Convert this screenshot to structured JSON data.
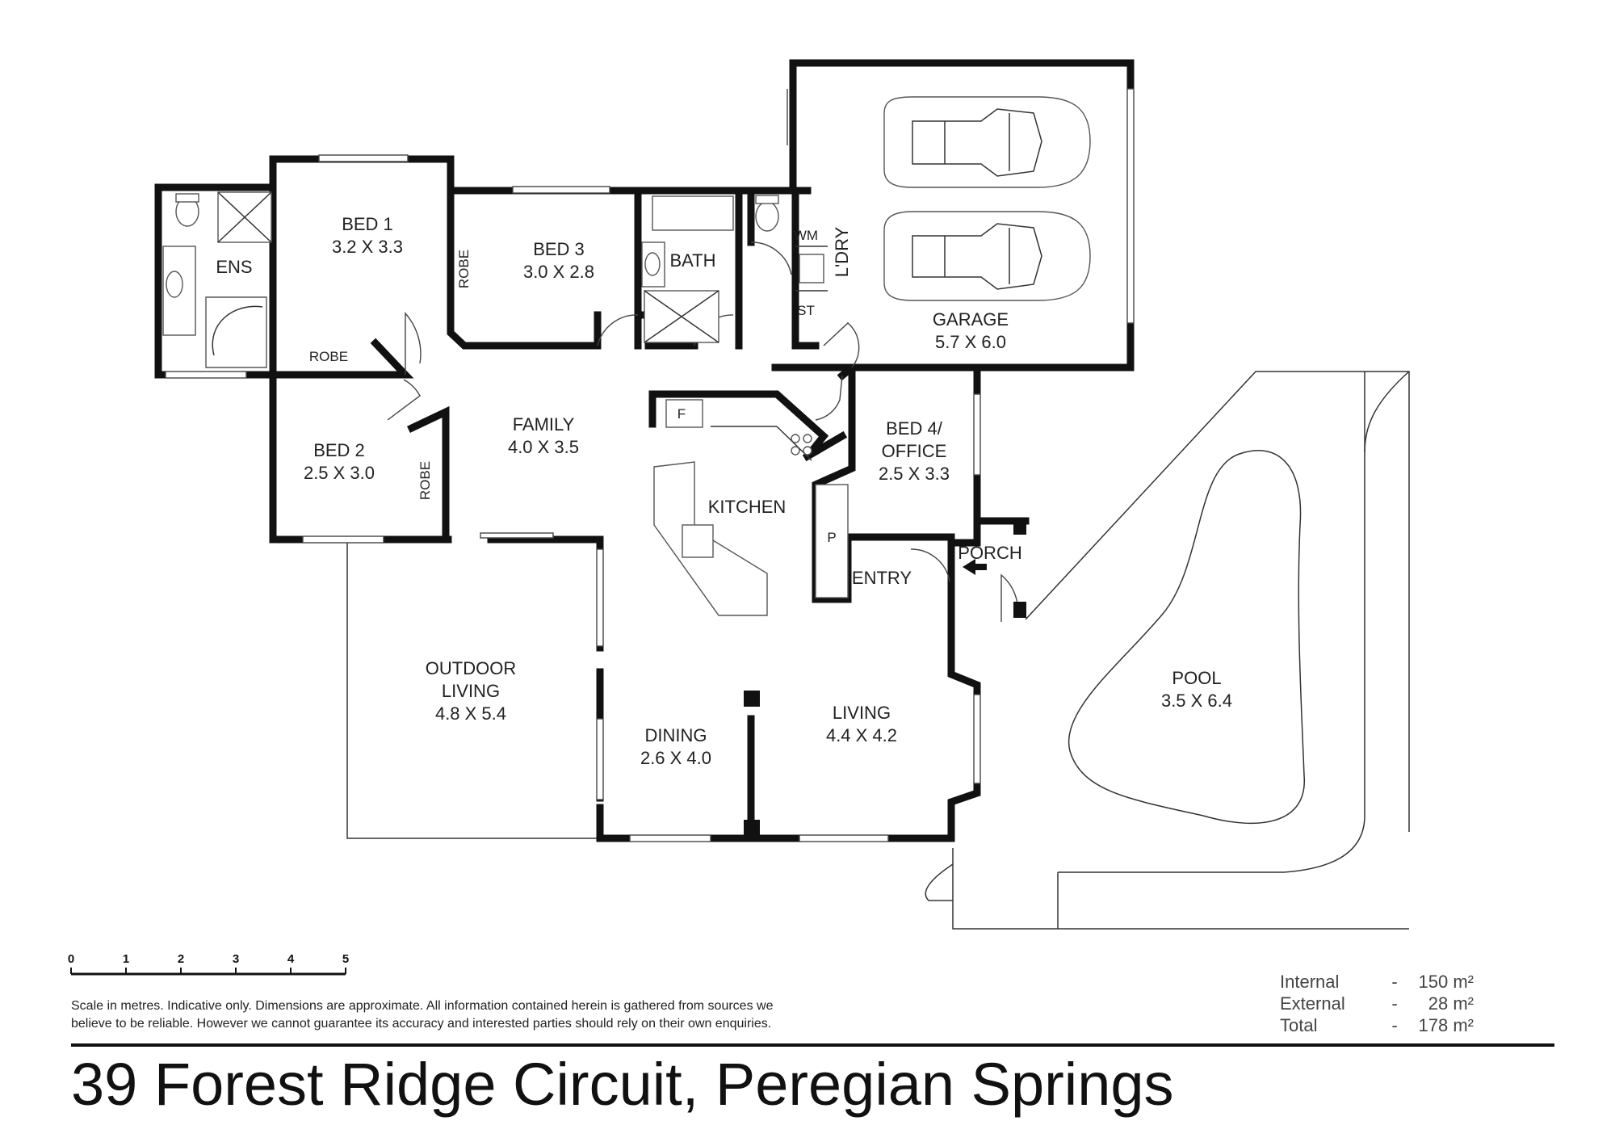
{
  "rooms": {
    "bed1": {
      "name": "BED 1",
      "dims": "3.2 X 3.3"
    },
    "bed2": {
      "name": "BED 2",
      "dims": "2.5 X 3.0"
    },
    "bed3": {
      "name": "BED 3",
      "dims": "3.0 X 2.8"
    },
    "bed4": {
      "name": "BED 4/",
      "name2": "OFFICE",
      "dims": "2.5 X 3.3"
    },
    "ens": {
      "name": "ENS"
    },
    "bath": {
      "name": "BATH"
    },
    "laundry": {
      "name": "L'DRY"
    },
    "wm": {
      "name": "WM"
    },
    "st": {
      "name": "ST"
    },
    "garage": {
      "name": "GARAGE",
      "dims": "5.7 X 6.0"
    },
    "family": {
      "name": "FAMILY",
      "dims": "4.0 X 3.5"
    },
    "kitchen": {
      "name": "KITCHEN"
    },
    "fridge": {
      "name": "F"
    },
    "pantry": {
      "name": "P"
    },
    "entry": {
      "name": "ENTRY"
    },
    "porch": {
      "name": "PORCH"
    },
    "outdoor": {
      "name": "OUTDOOR",
      "name2": "LIVING",
      "dims": "4.8 X 5.4"
    },
    "dining": {
      "name": "DINING",
      "dims": "2.6 X 4.0"
    },
    "living": {
      "name": "LIVING",
      "dims": "4.4 X 4.2"
    },
    "pool": {
      "name": "POOL",
      "dims": "3.5 X 6.4"
    },
    "robe_bed1": {
      "name": "ROBE"
    },
    "robe_bed3": {
      "name": "ROBE"
    },
    "robe_bed2": {
      "name": "ROBE"
    }
  },
  "scale_bar": {
    "ticks": [
      "0",
      "1",
      "2",
      "3",
      "4",
      "5"
    ],
    "unit": "metres"
  },
  "disclaimer": {
    "line1": "Scale in metres. Indicative only. Dimensions are approximate. All information contained herein is gathered from sources we",
    "line2": "believe to be reliable. However we cannot guarantee its accuracy and interested parties should rely on their own enquiries."
  },
  "areas": [
    {
      "label": "Internal",
      "dash": "-",
      "value": "150 m²"
    },
    {
      "label": "External",
      "dash": "-",
      "value": "28 m²"
    },
    {
      "label": "Total",
      "dash": "-",
      "value": "178 m²"
    }
  ],
  "address": "39 Forest Ridge Circuit, Peregian Springs",
  "colors": {
    "wall": "#111111",
    "line": "#333333",
    "background": "#ffffff"
  }
}
